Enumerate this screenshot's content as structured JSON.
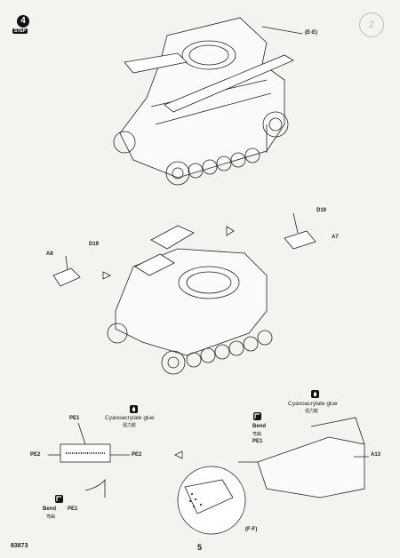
{
  "step": {
    "number": "4",
    "word": "STEP"
  },
  "corner_mark": "2",
  "labels": {
    "ee": "(E-E)",
    "d19_top": "D19",
    "a7": "A7",
    "a8": "A8",
    "d19_left": "D19",
    "pe1_top": "PE1",
    "pe2_left": "PE2",
    "pe2_right": "PE2",
    "glue_left_en": "Cyanoacrylate glue",
    "glue_left_cn": "强力胶",
    "glue_right_en": "Cyanoacrylate glue",
    "glue_right_cn": "强力胶",
    "bend_right_en": "Bend",
    "bend_right_cn": "弯曲",
    "pe1_right": "PE1",
    "a13": "A13",
    "bend_left_en": "Bend",
    "bend_left_cn": "弯曲",
    "pe1_bottom": "PE1",
    "ff": "(F-F)"
  },
  "footer": {
    "code": "83873",
    "page": "5"
  }
}
